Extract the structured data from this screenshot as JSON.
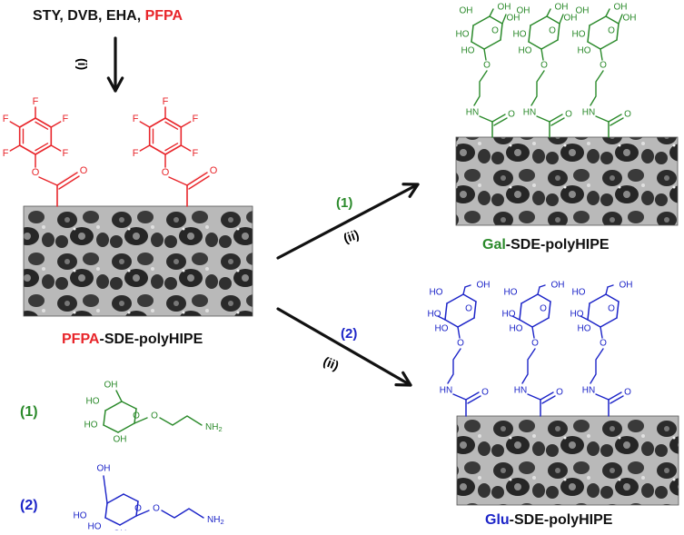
{
  "colors": {
    "black": "#111111",
    "red": "#e8262b",
    "green": "#2b8a2b",
    "blue": "#1c24c8",
    "foam_dark": "#2e2e2e",
    "foam_light": "#c8c8c8"
  },
  "header": {
    "reagents": [
      {
        "text": "STY",
        "color": "black"
      },
      {
        "text": ", ",
        "color": "black"
      },
      {
        "text": "DVB",
        "color": "black"
      },
      {
        "text": ", ",
        "color": "black"
      },
      {
        "text": "EHA",
        "color": "black"
      },
      {
        "text": ", ",
        "color": "black"
      },
      {
        "text": "PFPA",
        "color": "red"
      }
    ],
    "step_i": "(i)"
  },
  "atoms": {
    "F": "F",
    "O": "O",
    "OH": "OH",
    "HO": "HO",
    "HN": "HN",
    "NH2": "NH",
    "sub2": "2"
  },
  "labels": {
    "pfpa_product": [
      {
        "text": "PFPA",
        "color": "red"
      },
      {
        "text": "-SDE-polyHIPE",
        "color": "black"
      }
    ],
    "gal_product": [
      {
        "text": "Gal",
        "color": "green"
      },
      {
        "text": "-SDE-polyHIPE",
        "color": "black"
      }
    ],
    "glu_product": [
      {
        "text": "Glu",
        "color": "blue"
      },
      {
        "text": "-SDE-polyHIPE",
        "color": "black"
      }
    ]
  },
  "arrows": {
    "upper": {
      "reagent": "(1)",
      "reagent_color": "green",
      "step": "(ii)"
    },
    "lower": {
      "reagent": "(2)",
      "reagent_color": "blue",
      "step": "(ii)"
    }
  },
  "legend": [
    {
      "id": "(1)",
      "color": "green"
    },
    {
      "id": "(2)",
      "color": "blue"
    }
  ]
}
